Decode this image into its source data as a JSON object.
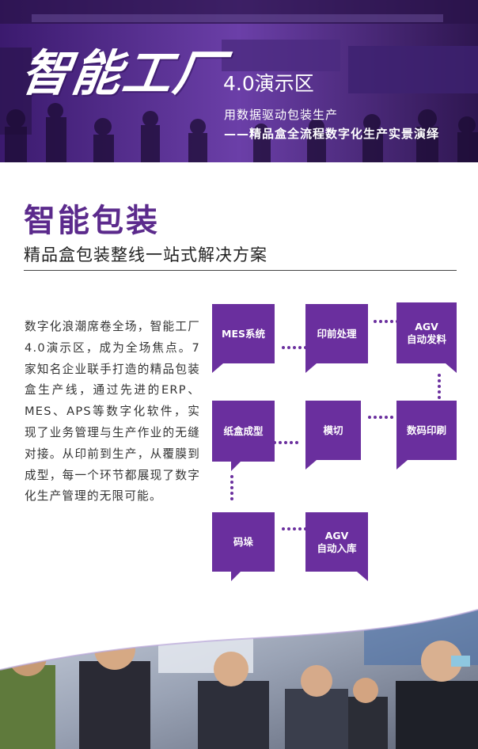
{
  "hero": {
    "title": "智能工厂",
    "subtitle": "4.0演示区",
    "line1": "用数据驱动包装生产",
    "line2": "——精品盒全流程数字化生产实景演绎"
  },
  "section": {
    "title": "智能包装",
    "subtitle": "精品盒包装整线一站式解决方案"
  },
  "intro": "数字化浪潮席卷全场，智能工厂4.0演示区，成为全场焦点。7家知名企业联手打造的精品包装盒生产线，通过先进的ERP、MES、APS等数字化软件，实现了业务管理与生产作业的无缝对接。从印前到生产，从覆膜到成型，每一个环节都展现了数字化生产管理的无限可能。",
  "flow": {
    "steps": [
      {
        "line1": "MES系统",
        "line2": ""
      },
      {
        "line1": "印前处理",
        "line2": ""
      },
      {
        "line1": "AGV",
        "line2": "自动发料"
      },
      {
        "line1": "数码印刷",
        "line2": ""
      },
      {
        "line1": "模切",
        "line2": ""
      },
      {
        "line1": "纸盒成型",
        "line2": ""
      },
      {
        "line1": "码垛",
        "line2": ""
      },
      {
        "line1": "AGV",
        "line2": "自动入库"
      }
    ]
  },
  "colors": {
    "brand_purple": "#6a2f9e",
    "title_purple": "#5b2a8c"
  }
}
